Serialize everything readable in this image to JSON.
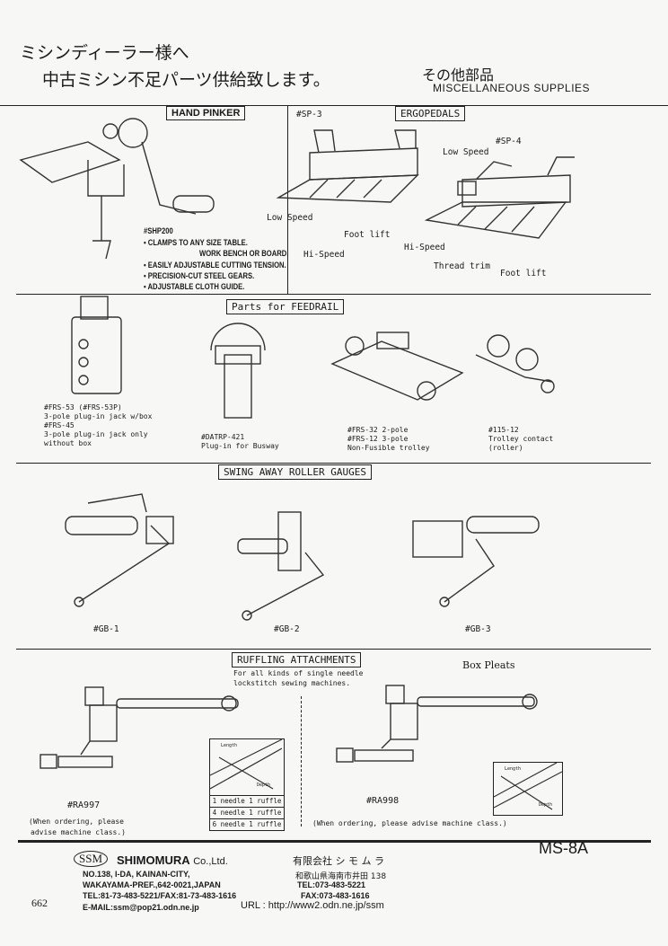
{
  "header": {
    "jp_line1": "ミシンディーラー様へ",
    "jp_line2": "中古ミシン不足パーツ供給致します。",
    "category_jp": "その他部品",
    "category_en": "MISCELLANEOUS SUPPLIES"
  },
  "hand_pinker": {
    "title": "HAND PINKER",
    "model": "#SHP200",
    "features": [
      "• CLAMPS TO ANY SIZE TABLE.",
      "WORK BENCH OR BOARD.",
      "• EASILY ADJUSTABLE CUTTING TENSION.",
      "• PRECISION-CUT STEEL GEARS.",
      "• ADJUSTABLE CLOTH GUIDE."
    ]
  },
  "ergopedals": {
    "title": "ERGOPEDALS",
    "sp3": "#SP-3",
    "sp4": "#SP-4",
    "labels": {
      "low_speed_1": "Low Speed",
      "foot_lift_1": "Foot lift",
      "hi_speed_1": "Hi-Speed",
      "low_speed_2": "Low Speed",
      "hi_speed_2": "Hi-Speed",
      "thread_trim": "Thread trim",
      "foot_lift_2": "Foot lift"
    }
  },
  "feedrail": {
    "title": "Parts for FEEDRAIL",
    "items": [
      {
        "lines": [
          "#FRS-53 (#FRS-53P)",
          "3-pole plug-in jack w/box",
          "#FRS-45",
          "3-pole plug-in jack only",
          "without box"
        ]
      },
      {
        "lines": [
          "#DATRP-421",
          "Plug-in for Busway"
        ]
      },
      {
        "lines": [
          "#FRS-32 2-pole",
          "#FRS-12 3-pole",
          "Non-Fusible trolley"
        ]
      },
      {
        "lines": [
          "#115-12",
          "Trolley contact",
          "(roller)"
        ]
      }
    ]
  },
  "roller_gauges": {
    "title": "SWING AWAY ROLLER GAUGES",
    "models": [
      "#GB-1",
      "#GB-2",
      "#GB-3"
    ]
  },
  "ruffling": {
    "title": "RUFFLING ATTACHMENTS",
    "note_line1": "For all kinds of single needle",
    "note_line2": "lockstitch sewing machines.",
    "box_pleats": "Box Pleats",
    "ra997": "#RA997",
    "ra997_note1": "(When ordering, please",
    "ra997_note2": "advise machine class.)",
    "table_rows": [
      "1 needle 1 ruffle",
      "4 needle 1 ruffle",
      "6 needle 1 ruffle"
    ],
    "diagram_labels": {
      "length": "Length",
      "depth": "Depth"
    },
    "ra998": "#RA998",
    "ra998_note": "(When ordering, please advise machine class.)"
  },
  "footer": {
    "code": "MS-8A",
    "logo": "SSM",
    "company": "SHIMOMURA",
    "company_suffix": "Co.,Ltd.",
    "address1": "NO.138, I-DA, KAINAN-CITY,",
    "address2": "WAKAYAMA-PREF.,642-0021,JAPAN",
    "telfax": "TEL:81-73-483-5221/FAX:81-73-483-1616",
    "email": "E-MAIL:ssm@pop21.odn.ne.jp",
    "jp_company": "有限会社 シ モ ム ラ",
    "jp_address": "和歌山県海南市井田 138",
    "jp_tel": "TEL:073-483-5221",
    "jp_fax": "FAX:073-483-1616",
    "url": "URL : http://www2.odn.ne.jp/ssm",
    "page_number": "662"
  }
}
